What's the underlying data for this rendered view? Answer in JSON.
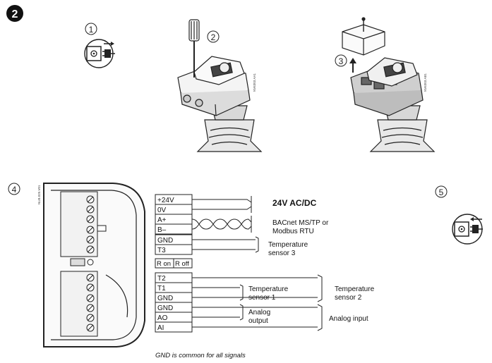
{
  "steps": {
    "two": "2",
    "one": "1",
    "two_b": "2",
    "three": "3",
    "four": "4",
    "five": "5"
  },
  "image_codes": {
    "actuator_a": "NV6303.AA1",
    "actuator_b": "NV6303.AB1",
    "wiring": "NUB.025.V01"
  },
  "terminals_top": [
    "+24V",
    "0V",
    "A+",
    "B–",
    "GND",
    "T3"
  ],
  "switch": {
    "on": "R on",
    "off": "R off"
  },
  "terminals_bottom": [
    "T2",
    "T1",
    "GND",
    "GND",
    "AO",
    "AI"
  ],
  "labels": {
    "power": "24V AC/DC",
    "bus_1": "BACnet MS/TP or",
    "bus_2": "Modbus RTU",
    "temp3_1": "Temperature",
    "temp3_2": "sensor 3",
    "temp1_1": "Temperature",
    "temp1_2": "sensor 1",
    "temp2_1": "Temperature",
    "temp2_2": "sensor 2",
    "aout_1": "Analog",
    "aout_2": "output",
    "ain": "Analog input"
  },
  "footnote": "GND is common for all signals"
}
